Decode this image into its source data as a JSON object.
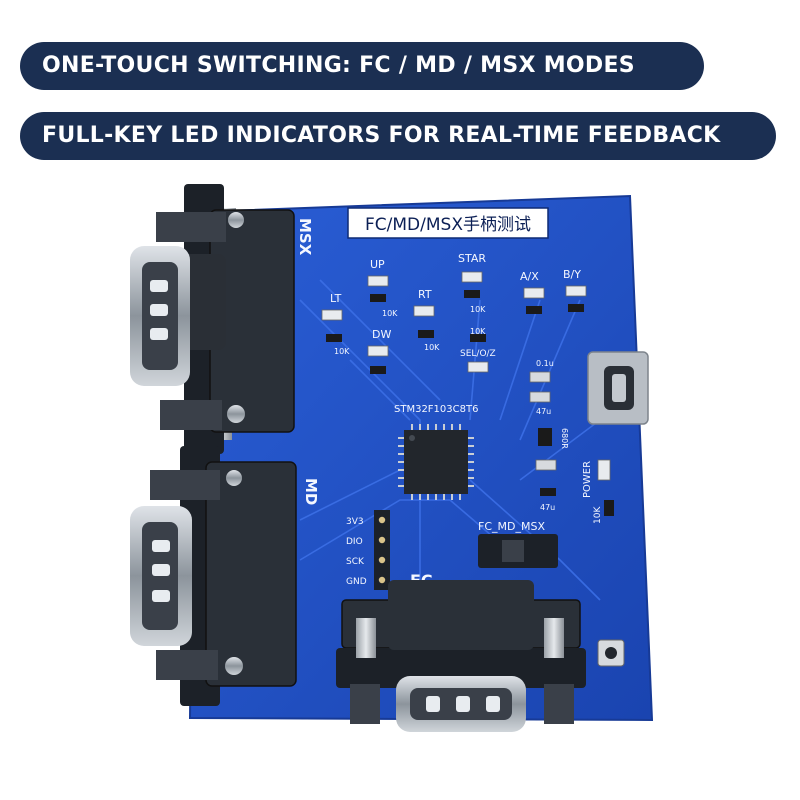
{
  "banners": {
    "line1": "ONE-TOUCH SWITCHING: FC / MD / MSX MODES",
    "line2": "FULL-KEY LED INDICATORS FOR REAL-TIME FEEDBACK"
  },
  "board": {
    "title": "FC/MD/MSX手柄测试",
    "chip": "STM32F103C8T6",
    "port_msx": "MSX",
    "port_md": "MD",
    "port_fc": "FC",
    "switch": "FC_MD_MSX",
    "power": "POWER",
    "keys": {
      "up": "UP",
      "star": "STAR",
      "ax": "A/X",
      "by": "B/Y",
      "lt": "LT",
      "rt": "RT",
      "dw": "DW",
      "sel": "SEL/O/Z"
    },
    "resistor": "10K",
    "cap": "0.1u",
    "cap2": "47u",
    "cap3": "47u",
    "res2": "680R",
    "header_pins": [
      "3V3",
      "DIO",
      "SCK",
      "GND"
    ],
    "colors": {
      "pcb": "#1f4fc4",
      "banner": "#1b2f52",
      "connector": "#1c2128"
    }
  }
}
